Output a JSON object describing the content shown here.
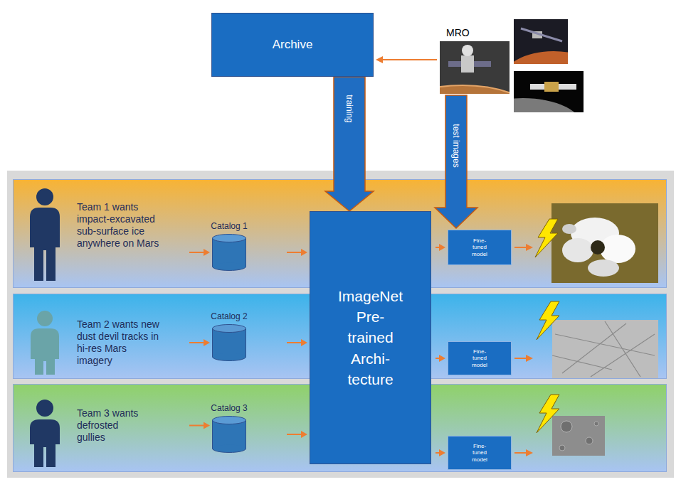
{
  "diagram": {
    "nodes": [
      {
        "text": [
          "Archive"
        ]
      },
      {
        "text": [
          "Team 1 wants impact-excavated sub-surface ice anywhere on Mars"
        ]
      },
      {
        "text": [
          "Catalog 1"
        ],
        "in": 1
      },
      {
        "text": [
          "Fine- tuned model"
        ],
        "in": 1
      },
      {
        "text": [
          "Team 2 wants new dust devil tracks in hi-res Mars imagery"
        ]
      },
      {
        "text": [
          "Catalog 2"
        ],
        "in": 4
      },
      {
        "text": [
          "Fine- tuned model"
        ],
        "in": 4
      },
      {
        "text": [
          "Team 3 wants defrosted gullies"
        ]
      },
      {
        "text": [
          "Catalog 3"
        ],
        "in": 7
      },
      {
        "text": [
          "Fine- tuned model"
        ],
        "in": 7
      },
      {
        "text": [
          "ImageNet Pre- trained Archi- tecture"
        ]
      }
    ],
    "edges": [
      {
        "from": 0,
        "to": 10,
        "label": "training",
        "arrow": "to"
      },
      {
        "from": 1,
        "to": 2,
        "arrow": "to"
      },
      {
        "from": 2,
        "to": 10,
        "arrow": "to"
      },
      {
        "from": 10,
        "to": 3,
        "arrow": "to"
      },
      {
        "from": 4,
        "to": 5,
        "arrow": "to"
      },
      {
        "from": 5,
        "to": 10,
        "arrow": "to"
      },
      {
        "from": 10,
        "to": 6,
        "arrow": "to"
      },
      {
        "from": 7,
        "to": 8,
        "arrow": "to"
      },
      {
        "from": 8,
        "to": 10,
        "arrow": "to"
      },
      {
        "from": 10,
        "to": 9,
        "arrow": "to"
      }
    ],
    "labels": [
      "MRO",
      "test images"
    ]
  }
}
